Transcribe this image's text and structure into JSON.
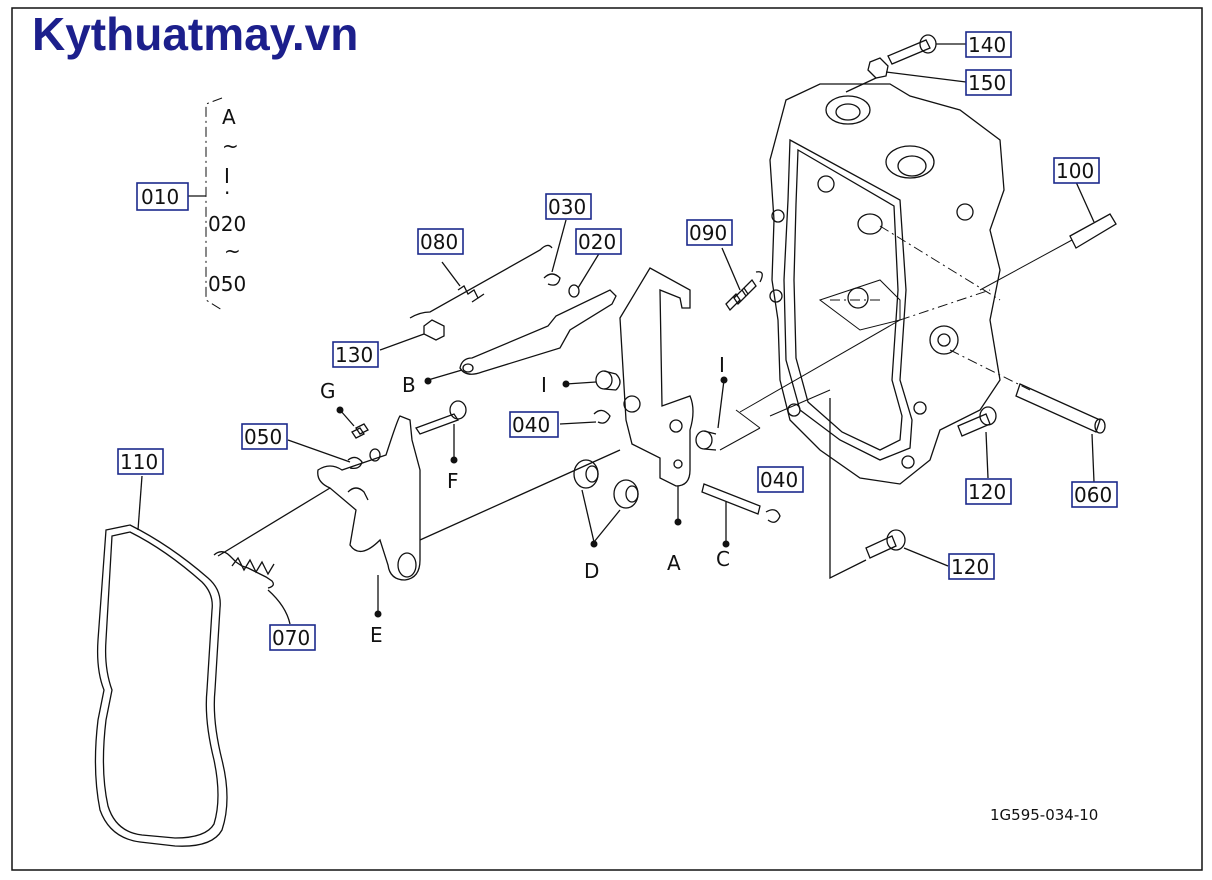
{
  "site_watermark": "Kythuatmay.vn",
  "drawing_code": "1G595-034-10",
  "range_legend": {
    "ref": "010",
    "lines": [
      "A",
      "~",
      "I",
      "·",
      "020",
      "~",
      "050"
    ]
  },
  "part_labels": [
    {
      "id": "140"
    },
    {
      "id": "150"
    },
    {
      "id": "100"
    },
    {
      "id": "030"
    },
    {
      "id": "020"
    },
    {
      "id": "080"
    },
    {
      "id": "090"
    },
    {
      "id": "130"
    },
    {
      "id": "040"
    },
    {
      "id": "050"
    },
    {
      "id": "110"
    },
    {
      "id": "120"
    },
    {
      "id": "060"
    },
    {
      "id": "040"
    },
    {
      "id": "070"
    },
    {
      "id": "120"
    }
  ],
  "point_labels": [
    "B",
    "I",
    "G",
    "F",
    "I",
    "D",
    "A",
    "C",
    "E"
  ]
}
